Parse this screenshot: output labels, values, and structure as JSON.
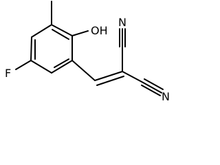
{
  "molecule": {
    "atoms": {
      "hydroxyl": "OH",
      "fluorine": "F",
      "nitrile_nitrogen_top": "N",
      "nitrile_nitrogen_bottom": "N"
    }
  }
}
